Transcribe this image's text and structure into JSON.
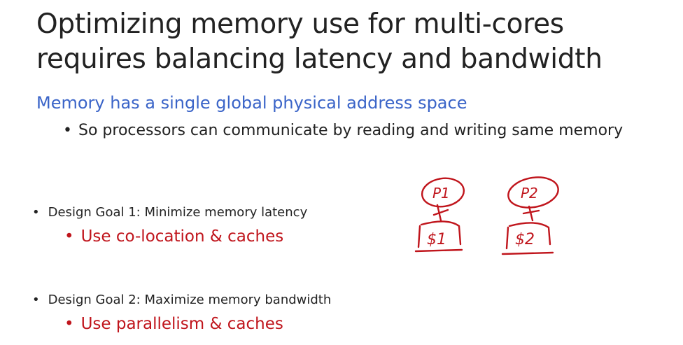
{
  "title": {
    "line1": "Optimizing memory use for multi-cores",
    "line2": "requires balancing latency and bandwidth"
  },
  "subhead": "Memory has a single global physical address space",
  "subbullet": "So processors can communicate by reading and writing same memory",
  "goals": [
    {
      "label": "Design Goal 1: Minimize memory latency",
      "sub": "Use co-location & caches"
    },
    {
      "label": "Design Goal 2: Maximize memory bandwidth",
      "sub": "Use parallelism & caches"
    }
  ],
  "annotation": {
    "p1": "P1",
    "c1": "$1",
    "p2": "P2",
    "c2": "$2"
  },
  "colors": {
    "title": "#222222",
    "accent_blue": "#3a64c8",
    "accent_red": "#c0151c"
  }
}
